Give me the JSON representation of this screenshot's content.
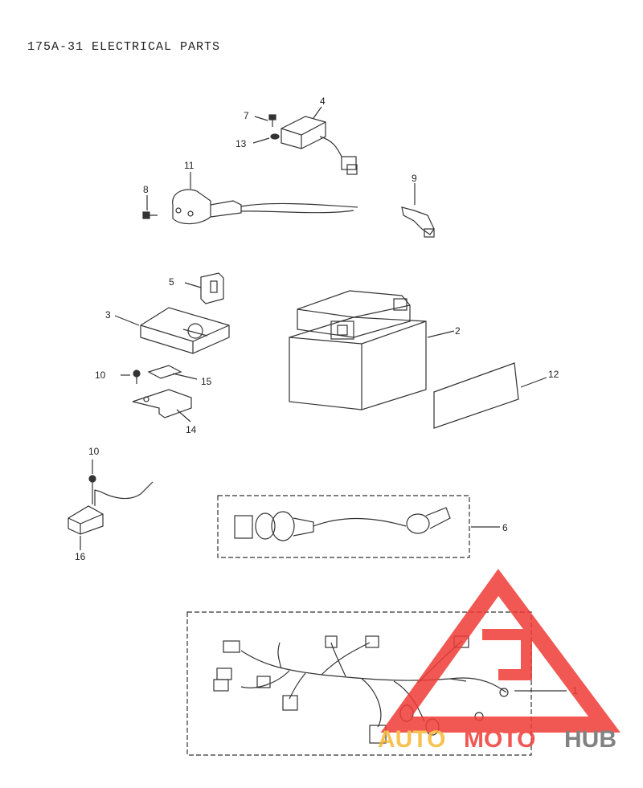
{
  "title": "175A-31 ELECTRICAL PARTS",
  "callouts": {
    "p1": "1",
    "p2": "2",
    "p3": "3",
    "p4": "4",
    "p5": "5",
    "p6": "6",
    "p7": "7",
    "p8": "8",
    "p9": "9",
    "p10a": "10",
    "p10b": "10",
    "p11": "11",
    "p12": "12",
    "p13": "13",
    "p14": "14",
    "p15": "15",
    "p16": "16"
  },
  "watermark": {
    "part1": "AUTO",
    "part2": "MOTO",
    "part3": "HUB",
    "colors": {
      "red": "#ef3b36",
      "orange": "#f7b733",
      "gray": "#6d6d6d"
    }
  }
}
